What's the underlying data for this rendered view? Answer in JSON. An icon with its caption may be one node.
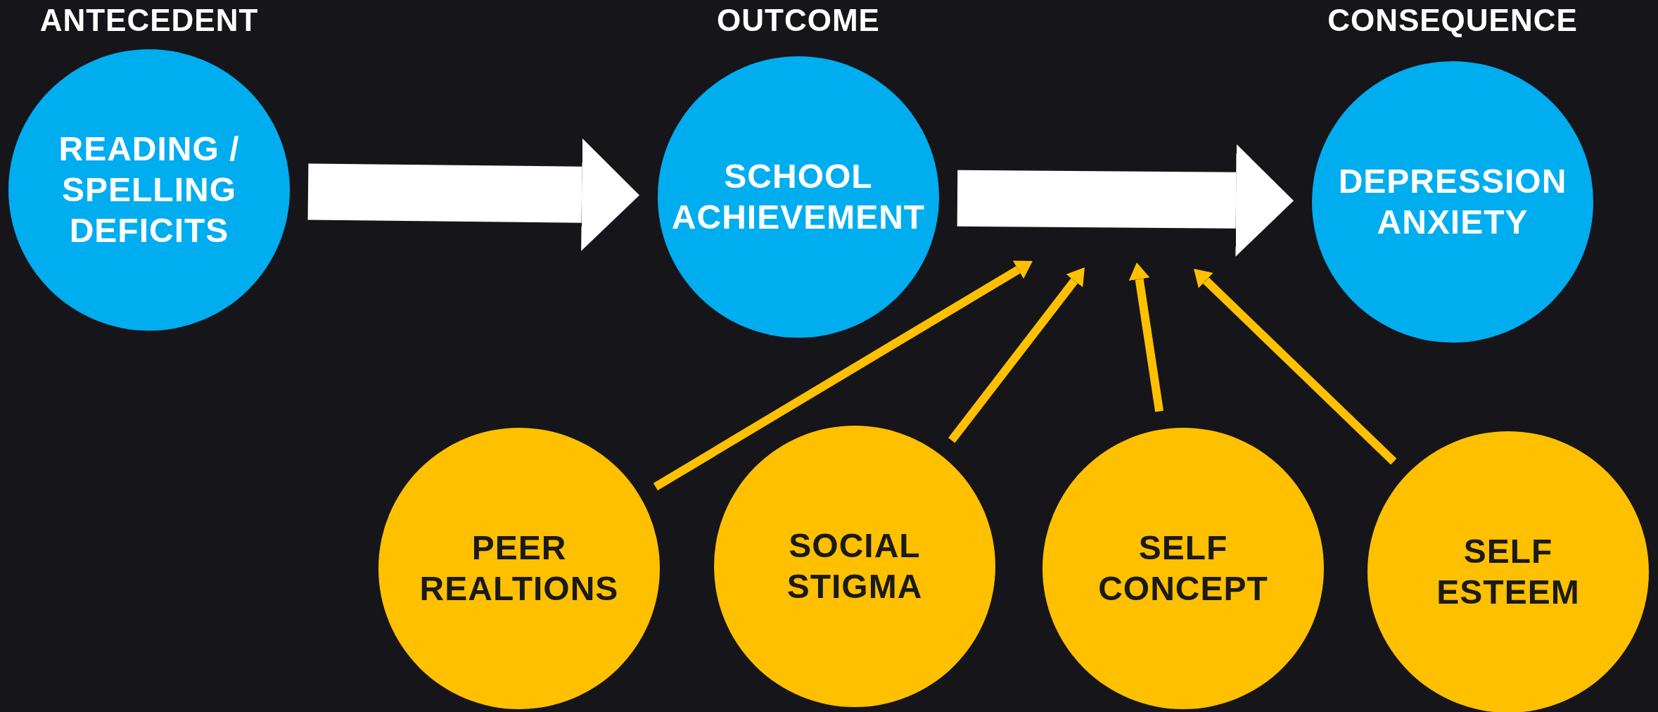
{
  "diagram": {
    "nodes": [
      {
        "text": [
          "ANTECEDENT",
          "READING / SPELLING DEFICITS"
        ]
      },
      {
        "text": [
          "OUTCOME",
          "SCHOOL ACHIEVEMENT"
        ]
      },
      {
        "text": [
          "CONSEQUENCE",
          "DEPRESSION ANXIETY"
        ]
      },
      {
        "text": [
          "PEER REALTIONS"
        ]
      },
      {
        "text": [
          "SOCIAL STIGMA"
        ]
      },
      {
        "text": [
          "SELF CONCEPT"
        ]
      },
      {
        "text": [
          "SELF ESTEEM"
        ]
      }
    ],
    "edges": [
      {
        "from": 0,
        "to": 1,
        "arrow": "to",
        "style": "thick",
        "color": "#ffffff"
      },
      {
        "from": 1,
        "to": 2,
        "arrow": "to",
        "style": "thick",
        "color": "#ffffff"
      },
      {
        "from": 3,
        "to": null,
        "arrow": "to"
      },
      {
        "from": 4,
        "to": null,
        "arrow": "to"
      },
      {
        "from": 5,
        "to": null,
        "arrow": "to"
      },
      {
        "from": 6,
        "to": null,
        "arrow": "to"
      }
    ]
  }
}
